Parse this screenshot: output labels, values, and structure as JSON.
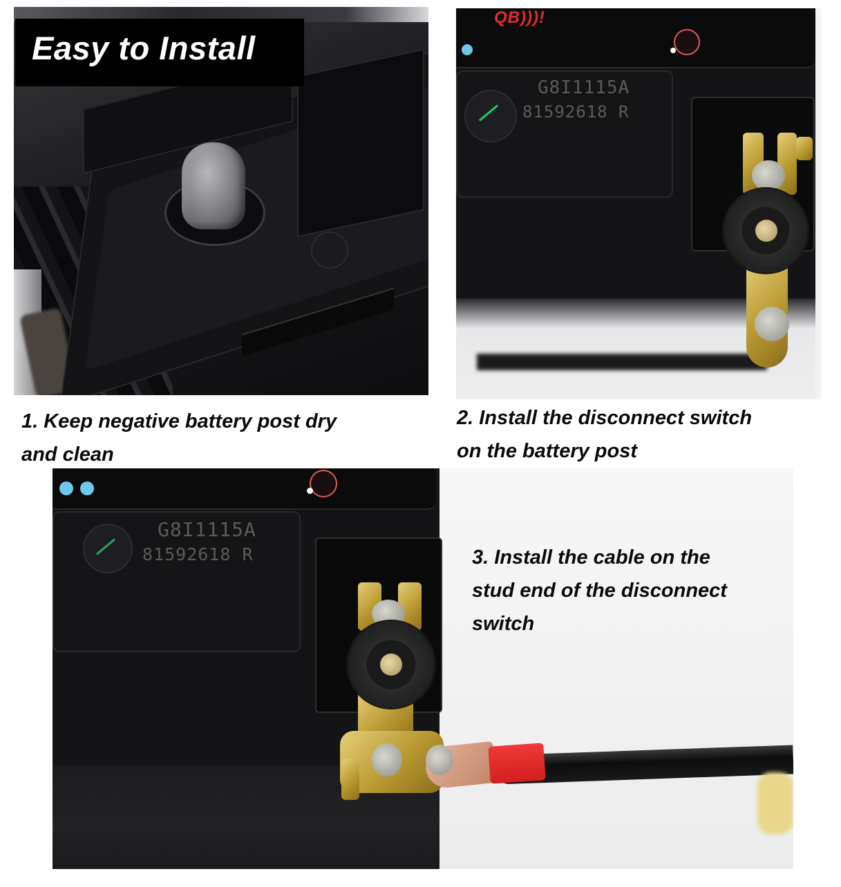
{
  "banner": {
    "title": "Easy to Install"
  },
  "steps": [
    {
      "number": "1",
      "caption_line1": "1. Keep negative battery post dry",
      "caption_line2": "and clean",
      "image_subject": "negative battery post with protective cap"
    },
    {
      "number": "2",
      "caption_line1": "2. Install the disconnect switch",
      "caption_line2": "on the battery post",
      "image_subject": "disconnect switch mounted on battery post"
    },
    {
      "number": "3",
      "caption_line1": "3. Install the cable on the",
      "caption_line2": "stud end of the disconnect",
      "caption_line3": "switch",
      "image_subject": "cable attached to disconnect switch stud"
    }
  ],
  "battery_markings": {
    "model_code": "G8I1115A",
    "serial_code": "81592618  R",
    "brand_fragment": "QB)))!"
  },
  "colors": {
    "background": "#ffffff",
    "banner_bg": "#000000",
    "banner_text": "#ffffff",
    "caption_text": "#0a0a0a",
    "brass": "#c9a84a",
    "cable_tape_red": "#e02828",
    "indicator_blue": "#6fc8ea"
  }
}
